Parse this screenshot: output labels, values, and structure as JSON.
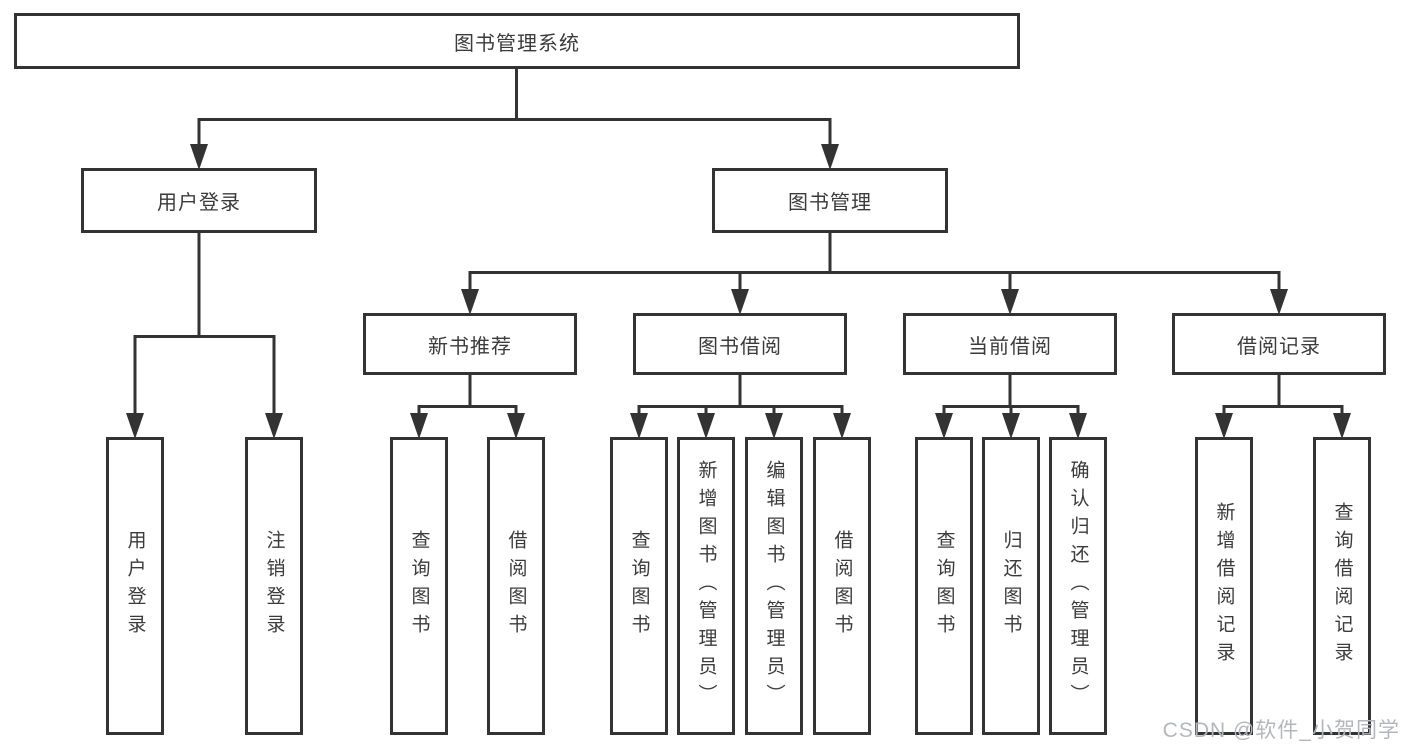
{
  "diagram": {
    "root": {
      "label": "图书管理系统"
    },
    "level2": [
      {
        "label": "用户登录"
      },
      {
        "label": "图书管理"
      }
    ],
    "level3": [
      {
        "label": "新书推荐"
      },
      {
        "label": "图书借阅"
      },
      {
        "label": "当前借阅"
      },
      {
        "label": "借阅记录"
      }
    ],
    "leaves": {
      "user_login": [
        {
          "label": "用户登录"
        },
        {
          "label": "注销登录"
        }
      ],
      "new_book_recommend": [
        {
          "label": "查询图书"
        },
        {
          "label": "借阅图书"
        }
      ],
      "book_borrow": [
        {
          "label": "查询图书"
        },
        {
          "label": "新增图书（管理员）"
        },
        {
          "label": "编辑图书（管理员）"
        },
        {
          "label": "借阅图书"
        }
      ],
      "current_borrow": [
        {
          "label": "查询图书"
        },
        {
          "label": "归还图书"
        },
        {
          "label": "确认归还（管理员）"
        }
      ],
      "borrow_record": [
        {
          "label": "新增借阅记录"
        },
        {
          "label": "查询借阅记录"
        }
      ]
    }
  },
  "watermark": {
    "text": "CSDN @软件_小贺同学"
  },
  "colors": {
    "line": "#333333",
    "text": "#3b3b3b",
    "watermark": "#b3b7bd",
    "background": "#ffffff"
  }
}
